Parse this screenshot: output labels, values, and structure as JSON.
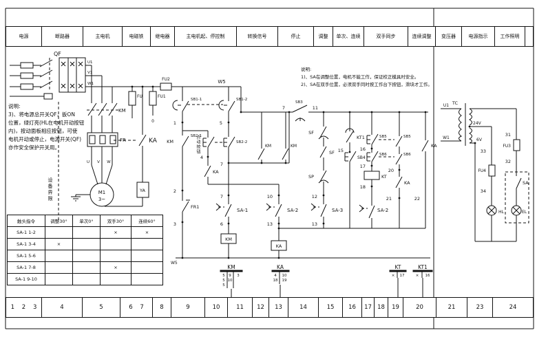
{
  "frame": {
    "title_cells": [
      "电源",
      "断路器",
      "主电机",
      "电磁铁",
      "继电器",
      "主电机起、停控制",
      "转换信号",
      "停止",
      "调整",
      "单次、连续",
      "双手同步",
      "连续调整",
      "变压器",
      "电源指示",
      "工作照明",
      ""
    ],
    "zone_cells": [
      "1    2    3",
      "4",
      "5",
      "6    7",
      "8",
      "9",
      "10",
      "11",
      "12",
      "13",
      "14",
      "15",
      "16",
      "17",
      "18",
      "19",
      "20",
      "21",
      "23",
      "24"
    ]
  },
  "notes_left": {
    "heading": "说明:",
    "lines": [
      "3)、将电源总开关QF，扳ON",
      "位置，绿灯亮(HL在电机开动按钮",
      "内)，按动面板相应按钮，可使",
      "电机开动或停止，电源开关(QF)",
      "亦作安全保护开关用。"
    ]
  },
  "notes_right": {
    "heading": "说明:",
    "lines": [
      "1)、SA在调整位置，电机不能工作，保证校正模具时安全。",
      "2)、SA在双手位置，必须双手同时按工作台下按钮，滑块才工作。"
    ]
  },
  "boundary_label": "设备界限",
  "jog_label": "点动按钮",
  "sa_table": {
    "headers": [
      "触头指令",
      "调整30°",
      "单次0°",
      "双手30°",
      "连续60°"
    ],
    "rows": [
      {
        "label": "SA-1 1-2",
        "marks": [
          "",
          "",
          "×",
          "×"
        ]
      },
      {
        "label": "SA-1 3-4",
        "marks": [
          "×",
          "",
          "",
          ""
        ]
      },
      {
        "label": "SA-1 5-6",
        "marks": [
          "",
          "",
          "",
          ""
        ]
      },
      {
        "label": "SA-1 7-8",
        "marks": [
          "",
          "",
          "×",
          ""
        ]
      },
      {
        "label": "SA-1 9-10",
        "marks": [
          "",
          "",
          "",
          ""
        ]
      }
    ]
  },
  "labels": {
    "qf": "QF",
    "km": "KM",
    "fr": "FR",
    "fr1": "FR1",
    "ka": "KA",
    "ya": "YA",
    "m1": "M1",
    "m1_type": "3~",
    "u1": "U1",
    "v1": "V1",
    "w1": "W1",
    "u": "U",
    "v": "V",
    "w": "W",
    "fu": "FU",
    "fu1": "FU1",
    "fu2": "FU2",
    "fu3": "FU3",
    "fu4": "FU4",
    "w5": "W5",
    "sb1_1": "SB1-1",
    "sb1_2": "SB1-2",
    "sb2_1": "SB2-1",
    "sb2_2": "SB2-2",
    "sb3": "SB3",
    "sb4": "SB4",
    "sb5": "SB5",
    "sb6": "SB6",
    "sa1": "SA-1",
    "sa2": "SA-2",
    "sa3": "SA-3",
    "sa": "SA",
    "sf": "SF",
    "sp": "SP",
    "kt": "KT",
    "kt1": "KT1",
    "el": "EL",
    "hl": "HL",
    "tc": "TC",
    "v24": "24V",
    "v6": "6V"
  },
  "nodes": {
    "0": "0",
    "1": "1",
    "2": "2",
    "3": "3",
    "4": "4",
    "5": "5",
    "6": "6",
    "7": "7",
    "10": "10",
    "11": "11",
    "12": "12",
    "13": "13",
    "15": "15",
    "16": "16",
    "17": "17",
    "18": "18",
    "20": "20",
    "21": "21",
    "22": "22",
    "31": "31",
    "32": "32",
    "33": "33",
    "34": "34"
  },
  "xref": {
    "km": {
      "t": "KM",
      "r": [
        [
          "5",
          "9",
          "3"
        ],
        [
          "5",
          "10",
          ""
        ],
        [
          "5",
          "",
          ""
        ]
      ]
    },
    "ka": {
      "t": "KA",
      "r": [
        [
          "4",
          "10"
        ],
        [
          "18",
          "19"
        ]
      ]
    },
    "kt": {
      "t": "KT",
      "r": [
        [
          "×",
          "17"
        ]
      ]
    },
    "kt1": {
      "t": "KT1",
      "r": [
        [
          "×",
          "16"
        ]
      ]
    }
  }
}
